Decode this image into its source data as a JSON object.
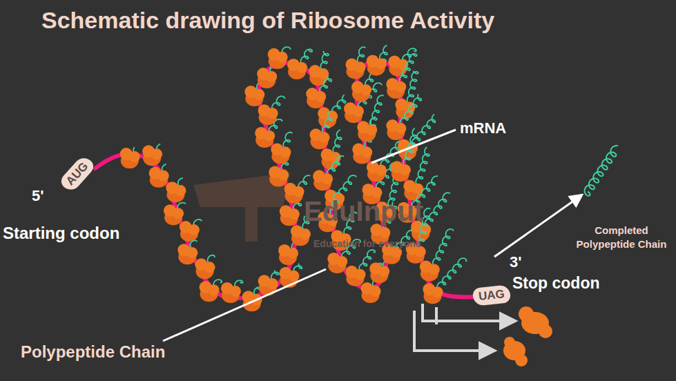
{
  "diagram": {
    "title": "Schematic drawing of Ribosome Activity",
    "nodes": [
      {
        "text": [
          "AUG"
        ]
      },
      {
        "text": [
          "UAG"
        ]
      }
    ],
    "labels": [
      "5'",
      "Starting codon",
      "mRNA",
      "3'",
      "Stop codon",
      "Completed Polypeptide Chain",
      "Polypeptide Chain",
      "EduInput",
      "Education for everyone"
    ]
  }
}
